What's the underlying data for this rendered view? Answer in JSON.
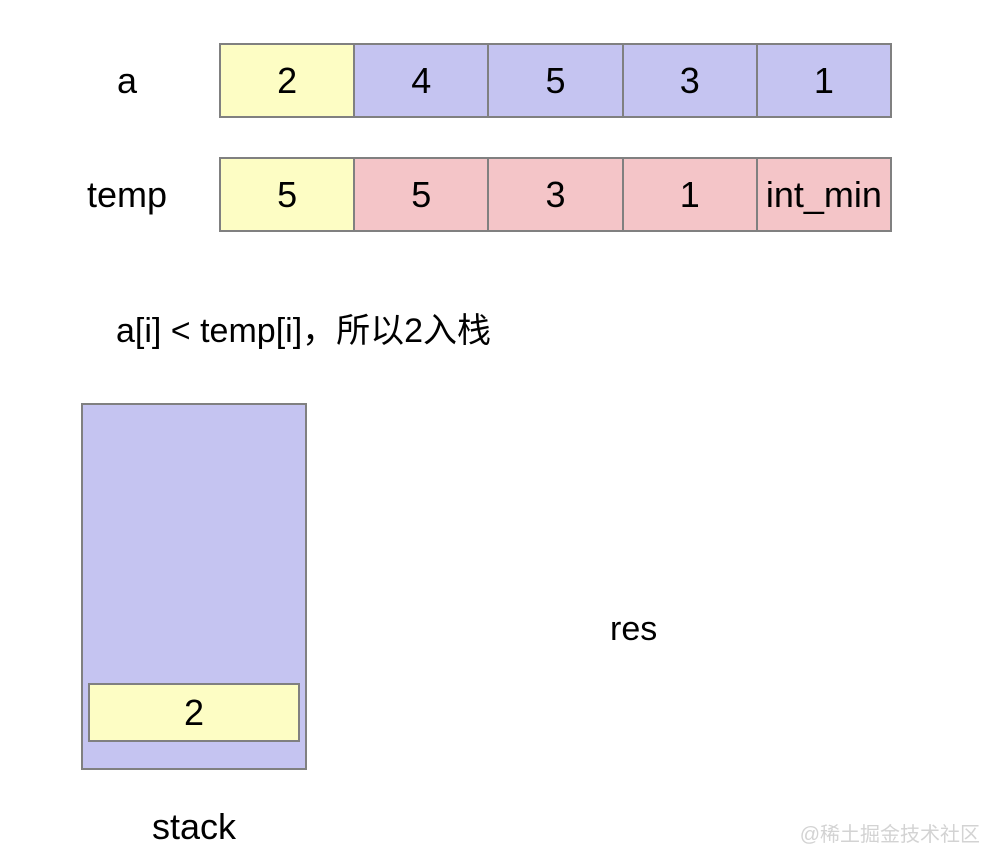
{
  "array_a": {
    "label": "a",
    "values": [
      "2",
      "4",
      "5",
      "3",
      "1"
    ]
  },
  "array_temp": {
    "label": "temp",
    "values": [
      "5",
      "5",
      "3",
      "1",
      "int_min"
    ]
  },
  "caption": "a[i] < temp[i]，所以2入栈",
  "stack": {
    "label": "stack",
    "top_value": "2"
  },
  "res": {
    "label": "res"
  },
  "watermark": "@稀土掘金技术社区",
  "colors": {
    "highlight_yellow": "#FDFDC4",
    "lavender": "#C5C4F1",
    "pink": "#F4C5C8",
    "cell_border": "#808080",
    "watermark_gray": "#D3D3D3"
  }
}
